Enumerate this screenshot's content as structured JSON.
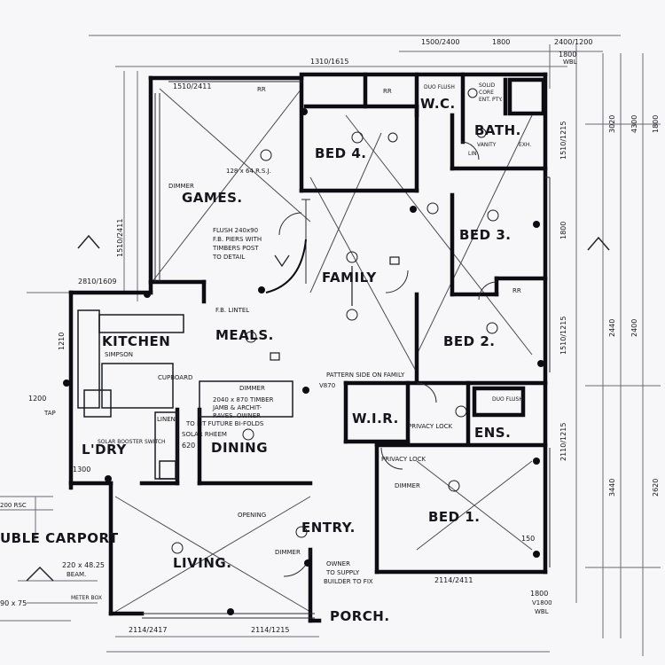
{
  "rooms": {
    "games": "GAMES.",
    "bed4": "BED 4.",
    "wc": "W.C.",
    "bath": "BATH.",
    "bed3": "BED 3.",
    "family": "FAMILY",
    "kitchen": "KITCHEN",
    "meals": "MEALS.",
    "bed2": "BED 2.",
    "wir": "W.I.R.",
    "ens": "ENS.",
    "ldry": "L'DRY",
    "dining": "DINING",
    "bed1": "BED 1.",
    "entry": "ENTRY.",
    "living": "LIVING.",
    "porch": "PORCH.",
    "carport": "UBLE CARPORT"
  },
  "notes": {
    "dimmer_games": "DIMMER",
    "rsj": "128 x 64 R.S.J.",
    "flush_beam": "FLUSH 240x90",
    "fb_piers": "F.B. PIERS WITH",
    "timber_post": "TIMBERS POST",
    "to_detail": "TO DETAIL",
    "fb_lintel": "F.B. LINTEL",
    "rr_1": "RR",
    "rr_2": "RR",
    "rr_3": "RR",
    "duo_flush": "DUO FLUSH",
    "solid_core": "SOLID",
    "core_ent": "CORE",
    "ent_pty": "ENT. PTY.",
    "lin": "LIN",
    "vanity": "VANITY",
    "exh": "EXH.",
    "simpson": "SIMPSON",
    "cupboard": "CUPBOARD",
    "pattern_side": "PATTERN SIDE ON FAMILY",
    "v870": "V870",
    "dimmer_2": "DIMMER",
    "jamb_note_1": "2040 x 870 TIMBER",
    "jamb_note_2": "JAMB & ARCHIT-",
    "jamb_note_3": "RAVES. OWNER",
    "jamb_note_4": "TO FIT FUTURE BI-FOLDS",
    "linen": "LINEN",
    "solar_rheem": "SOLAR RHEEM",
    "solar_booster": "SOLAR BOOSTER SWITCH",
    "tap": "TAP",
    "duo_ens": "DUO FLUSH",
    "privacy_lock_1": "PRIVACY LOCK",
    "privacy_lock_2": "PRIVACY LOCK",
    "dimmer_bed1": "DIMMER",
    "opening": "OPENING",
    "dimmer_entry": "DIMMER",
    "owner_supply_1": "OWNER",
    "owner_supply_2": "TO SUPPLY",
    "owner_supply_3": "BUILDER TO FIX",
    "v_1800": "V1800",
    "wbl_1": "WBL",
    "meter_box": "METER BOX",
    "beam": "BEAM.",
    "rsc": "200 RSC",
    "wbl_top": "WBL"
  },
  "dims": {
    "top_1": "1500/2400",
    "top_2": "1800",
    "top_3": "2400/1200",
    "top_4": "1800",
    "games_win": "1510/2411",
    "bed4_win": "1310/1615",
    "left_1": "1510/2411",
    "left_2": "2810/1609",
    "left_3": "1210",
    "right_1": "1510/1215",
    "right_2": "1800",
    "right_3": "1510/1215",
    "right_4": "2110/1215",
    "bottom_1": "2114/2417",
    "bottom_2": "2114/1215",
    "bottom_3": "2114/2411",
    "kitchen_w": "1300",
    "carport_beam": "220 x 48.25",
    "post": "90 x 75",
    "wbl_1200": "1200",
    "wbl_1800": "1800",
    "wbl_v1800": "1800",
    "sixty": "620",
    "outer_right_1": "3020",
    "outer_right_2": "4300",
    "outer_right_3": "1800",
    "outer_right_4": "2440",
    "outer_right_5": "2400",
    "outer_right_6": "3440",
    "outer_right_7": "2620",
    "nums_150": "150"
  }
}
